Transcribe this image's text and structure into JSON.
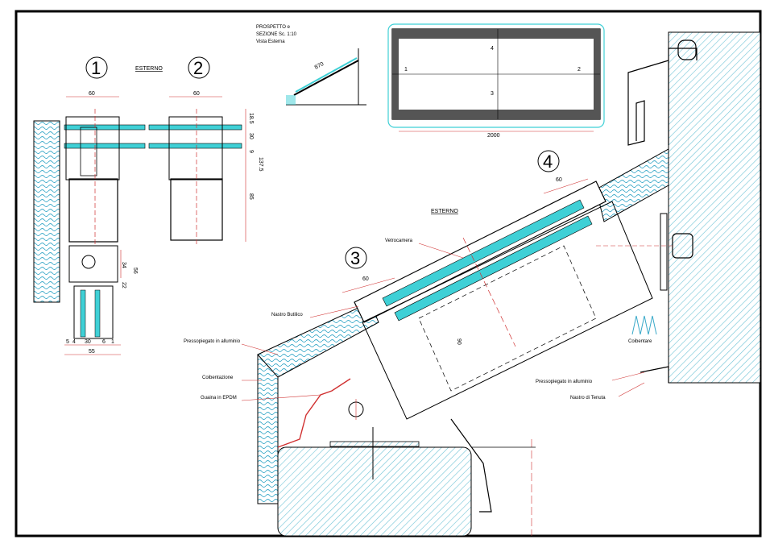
{
  "title_block": {
    "line1": "PROSPETTO e",
    "line2": "SEZIONE  Sc. 1:10",
    "line3": "Vista Esterna"
  },
  "details": {
    "d1": "1",
    "d2": "2",
    "d3": "3",
    "d4": "4"
  },
  "labels": {
    "esterno_top": "ESTERNO",
    "esterno_section": "ESTERNO",
    "vetrocamera": "Vetrocamera",
    "nastro_butilico": "Nastro Butilico",
    "pressopiegato_left": "Pressopiegato in alluminio",
    "coibentazione": "Coibentazione",
    "guaina": "Guaina in EPDM",
    "coibentare": "Coibentare",
    "pressopiegato_right": "Pressopiegato in alluminio",
    "nastro_tenuta": "Nastro di Tenuta"
  },
  "elevation": {
    "label_top": "4",
    "label_bottom": "3",
    "label_left": "1",
    "label_right": "2",
    "width_dim": "2000"
  },
  "dimensions": {
    "d1_width": "60",
    "d2_width": "60",
    "d3_width": "60",
    "d4_width": "60",
    "h_185": "18.5",
    "h_30": "30",
    "h_1375": "137.5",
    "h_9": "9",
    "h_85": "85",
    "v_34": "34",
    "v_22": "22",
    "v_56": "56",
    "b_5": "5",
    "b_4": "4",
    "b_30": "30",
    "b_6": "6",
    "b_1": "1",
    "b_55": "55",
    "slope": "870",
    "mid_90": "90"
  },
  "colors": {
    "glass": "#3fd0d6",
    "concrete_hatch": "#5bbfd0",
    "insulation": "#3aa9c9",
    "section_line": "#d03030",
    "frame": "#000000"
  }
}
